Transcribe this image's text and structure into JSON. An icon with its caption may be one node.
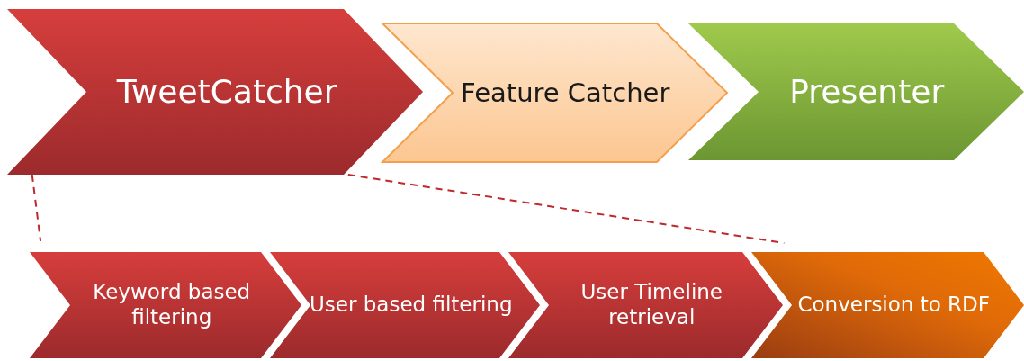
{
  "diagram": {
    "nodes": [
      {
        "text": [
          "TweetCatcher"
        ]
      },
      {
        "text": [
          "Feature Catcher"
        ]
      },
      {
        "text": [
          "Presenter"
        ]
      },
      {
        "text": [
          "Keyword based filtering"
        ]
      },
      {
        "text": [
          "User based filtering"
        ]
      },
      {
        "text": [
          "User Timeline retrieval"
        ]
      },
      {
        "text": [
          "Conversion to RDF"
        ]
      }
    ],
    "edges": [
      {
        "from": 0,
        "to": 3,
        "arrow": "none",
        "style": "dashed"
      },
      {
        "from": 0,
        "to": 6,
        "arrow": "none",
        "style": "dashed"
      }
    ]
  }
}
